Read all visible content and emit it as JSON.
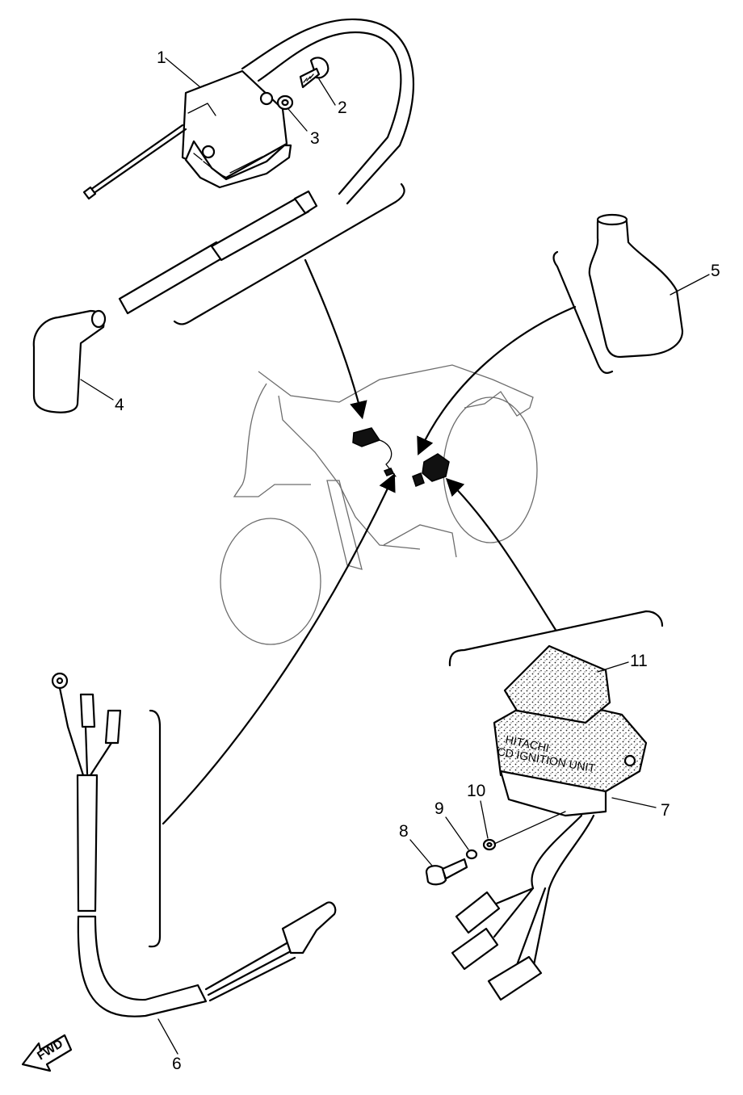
{
  "callouts": [
    {
      "id": "1",
      "label": "1"
    },
    {
      "id": "2",
      "label": "2"
    },
    {
      "id": "3",
      "label": "3"
    },
    {
      "id": "4",
      "label": "4"
    },
    {
      "id": "5",
      "label": "5"
    },
    {
      "id": "6",
      "label": "6"
    },
    {
      "id": "7",
      "label": "7"
    },
    {
      "id": "8",
      "label": "8"
    },
    {
      "id": "9",
      "label": "9"
    },
    {
      "id": "10",
      "label": "10"
    },
    {
      "id": "11",
      "label": "11"
    }
  ],
  "direction_marker": "FWD",
  "unit_text_brand": "HITACHI",
  "unit_text_label": "CD IGNITION UNIT"
}
